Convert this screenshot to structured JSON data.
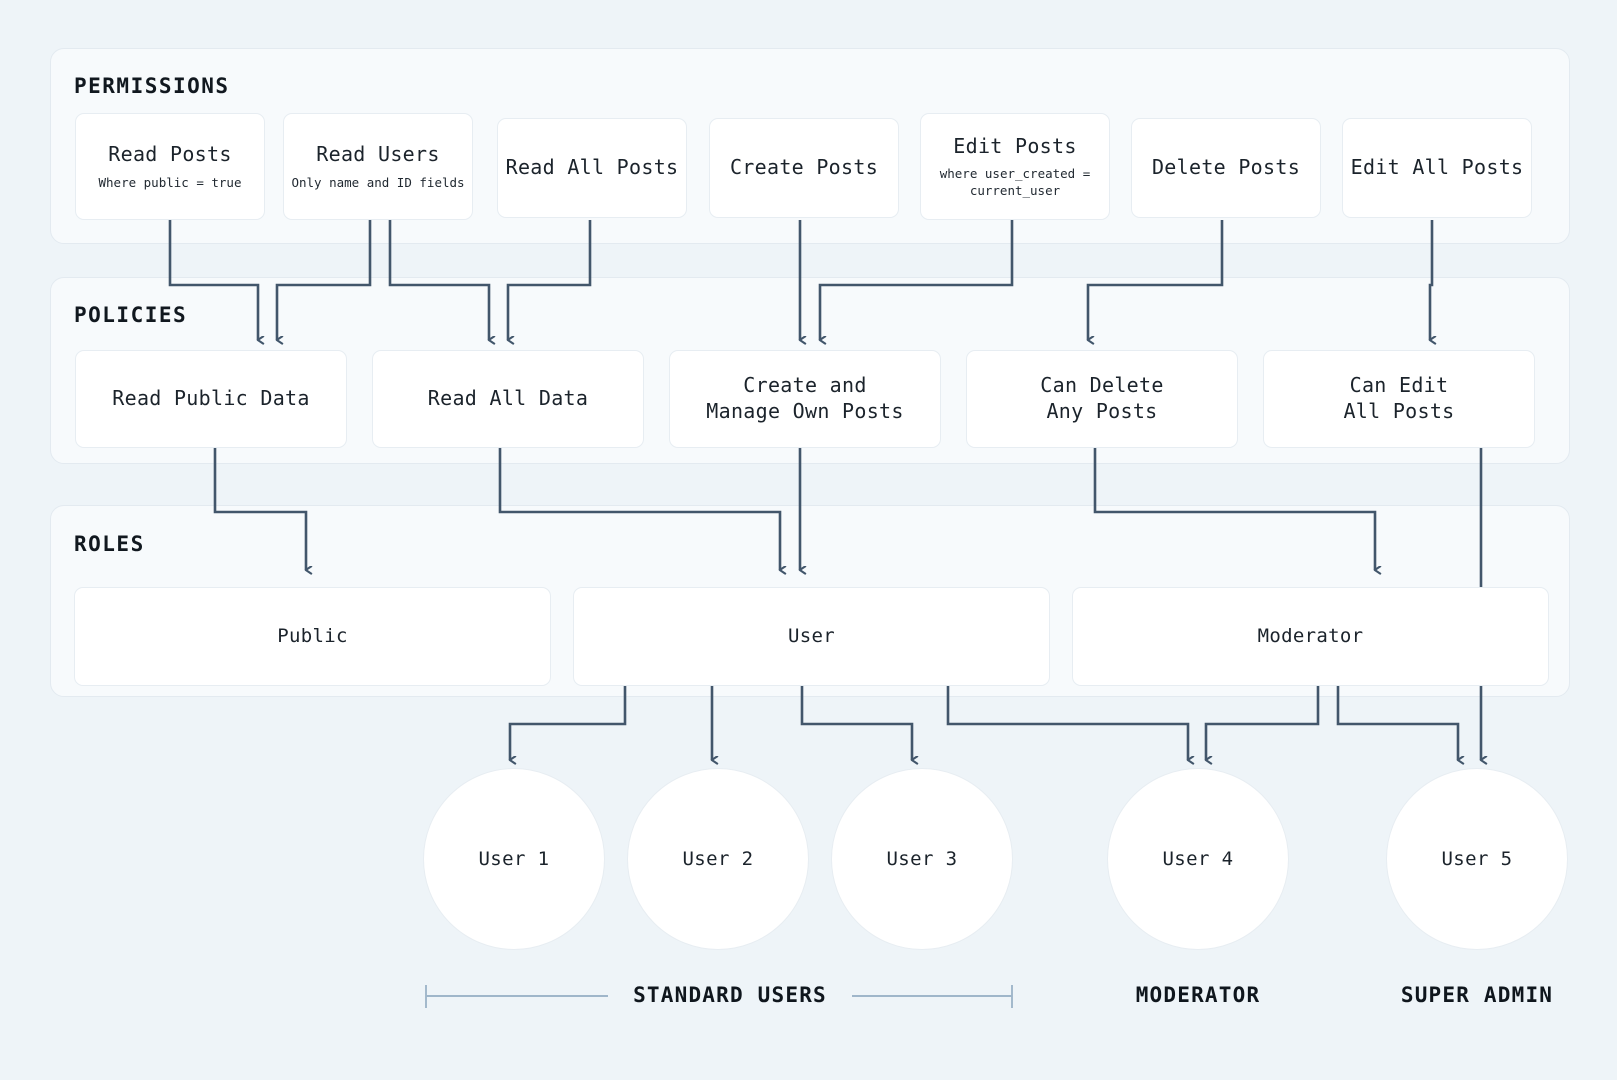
{
  "theme": {
    "page_bg": "#eef4f8",
    "panel_bg": "#f7fafc",
    "panel_border": "#e3eaf0",
    "node_bg": "#ffffff",
    "node_border": "#e7edf2",
    "connector": "#42566b",
    "bracket": "#9fb6ca",
    "text": "#1b232b"
  },
  "sections": {
    "permissions": {
      "title": "PERMISSIONS"
    },
    "policies": {
      "title": "POLICIES"
    },
    "roles": {
      "title": "ROLES"
    }
  },
  "permissions": [
    {
      "name": "Read Posts",
      "detail": "Where public = true"
    },
    {
      "name": "Read Users",
      "detail": "Only name and ID fields"
    },
    {
      "name": "Read All Posts",
      "detail": ""
    },
    {
      "name": "Create Posts",
      "detail": ""
    },
    {
      "name": "Edit Posts",
      "detail": "where user_created =\ncurrent_user"
    },
    {
      "name": "Delete Posts",
      "detail": ""
    },
    {
      "name": "Edit All Posts",
      "detail": ""
    }
  ],
  "policies": [
    {
      "name": "Read Public Data"
    },
    {
      "name": "Read All Data"
    },
    {
      "name": "Create and\nManage Own Posts"
    },
    {
      "name": "Can Delete\nAny Posts"
    },
    {
      "name": "Can Edit\nAll Posts"
    }
  ],
  "roles": [
    {
      "name": "Public"
    },
    {
      "name": "User"
    },
    {
      "name": "Moderator"
    }
  ],
  "users": [
    {
      "name": "User 1"
    },
    {
      "name": "User 2"
    },
    {
      "name": "User 3"
    },
    {
      "name": "User 4"
    },
    {
      "name": "User 5"
    }
  ],
  "group_labels": [
    {
      "name": "STANDARD USERS"
    },
    {
      "name": "MODERATOR"
    },
    {
      "name": "SUPER ADMIN"
    }
  ]
}
